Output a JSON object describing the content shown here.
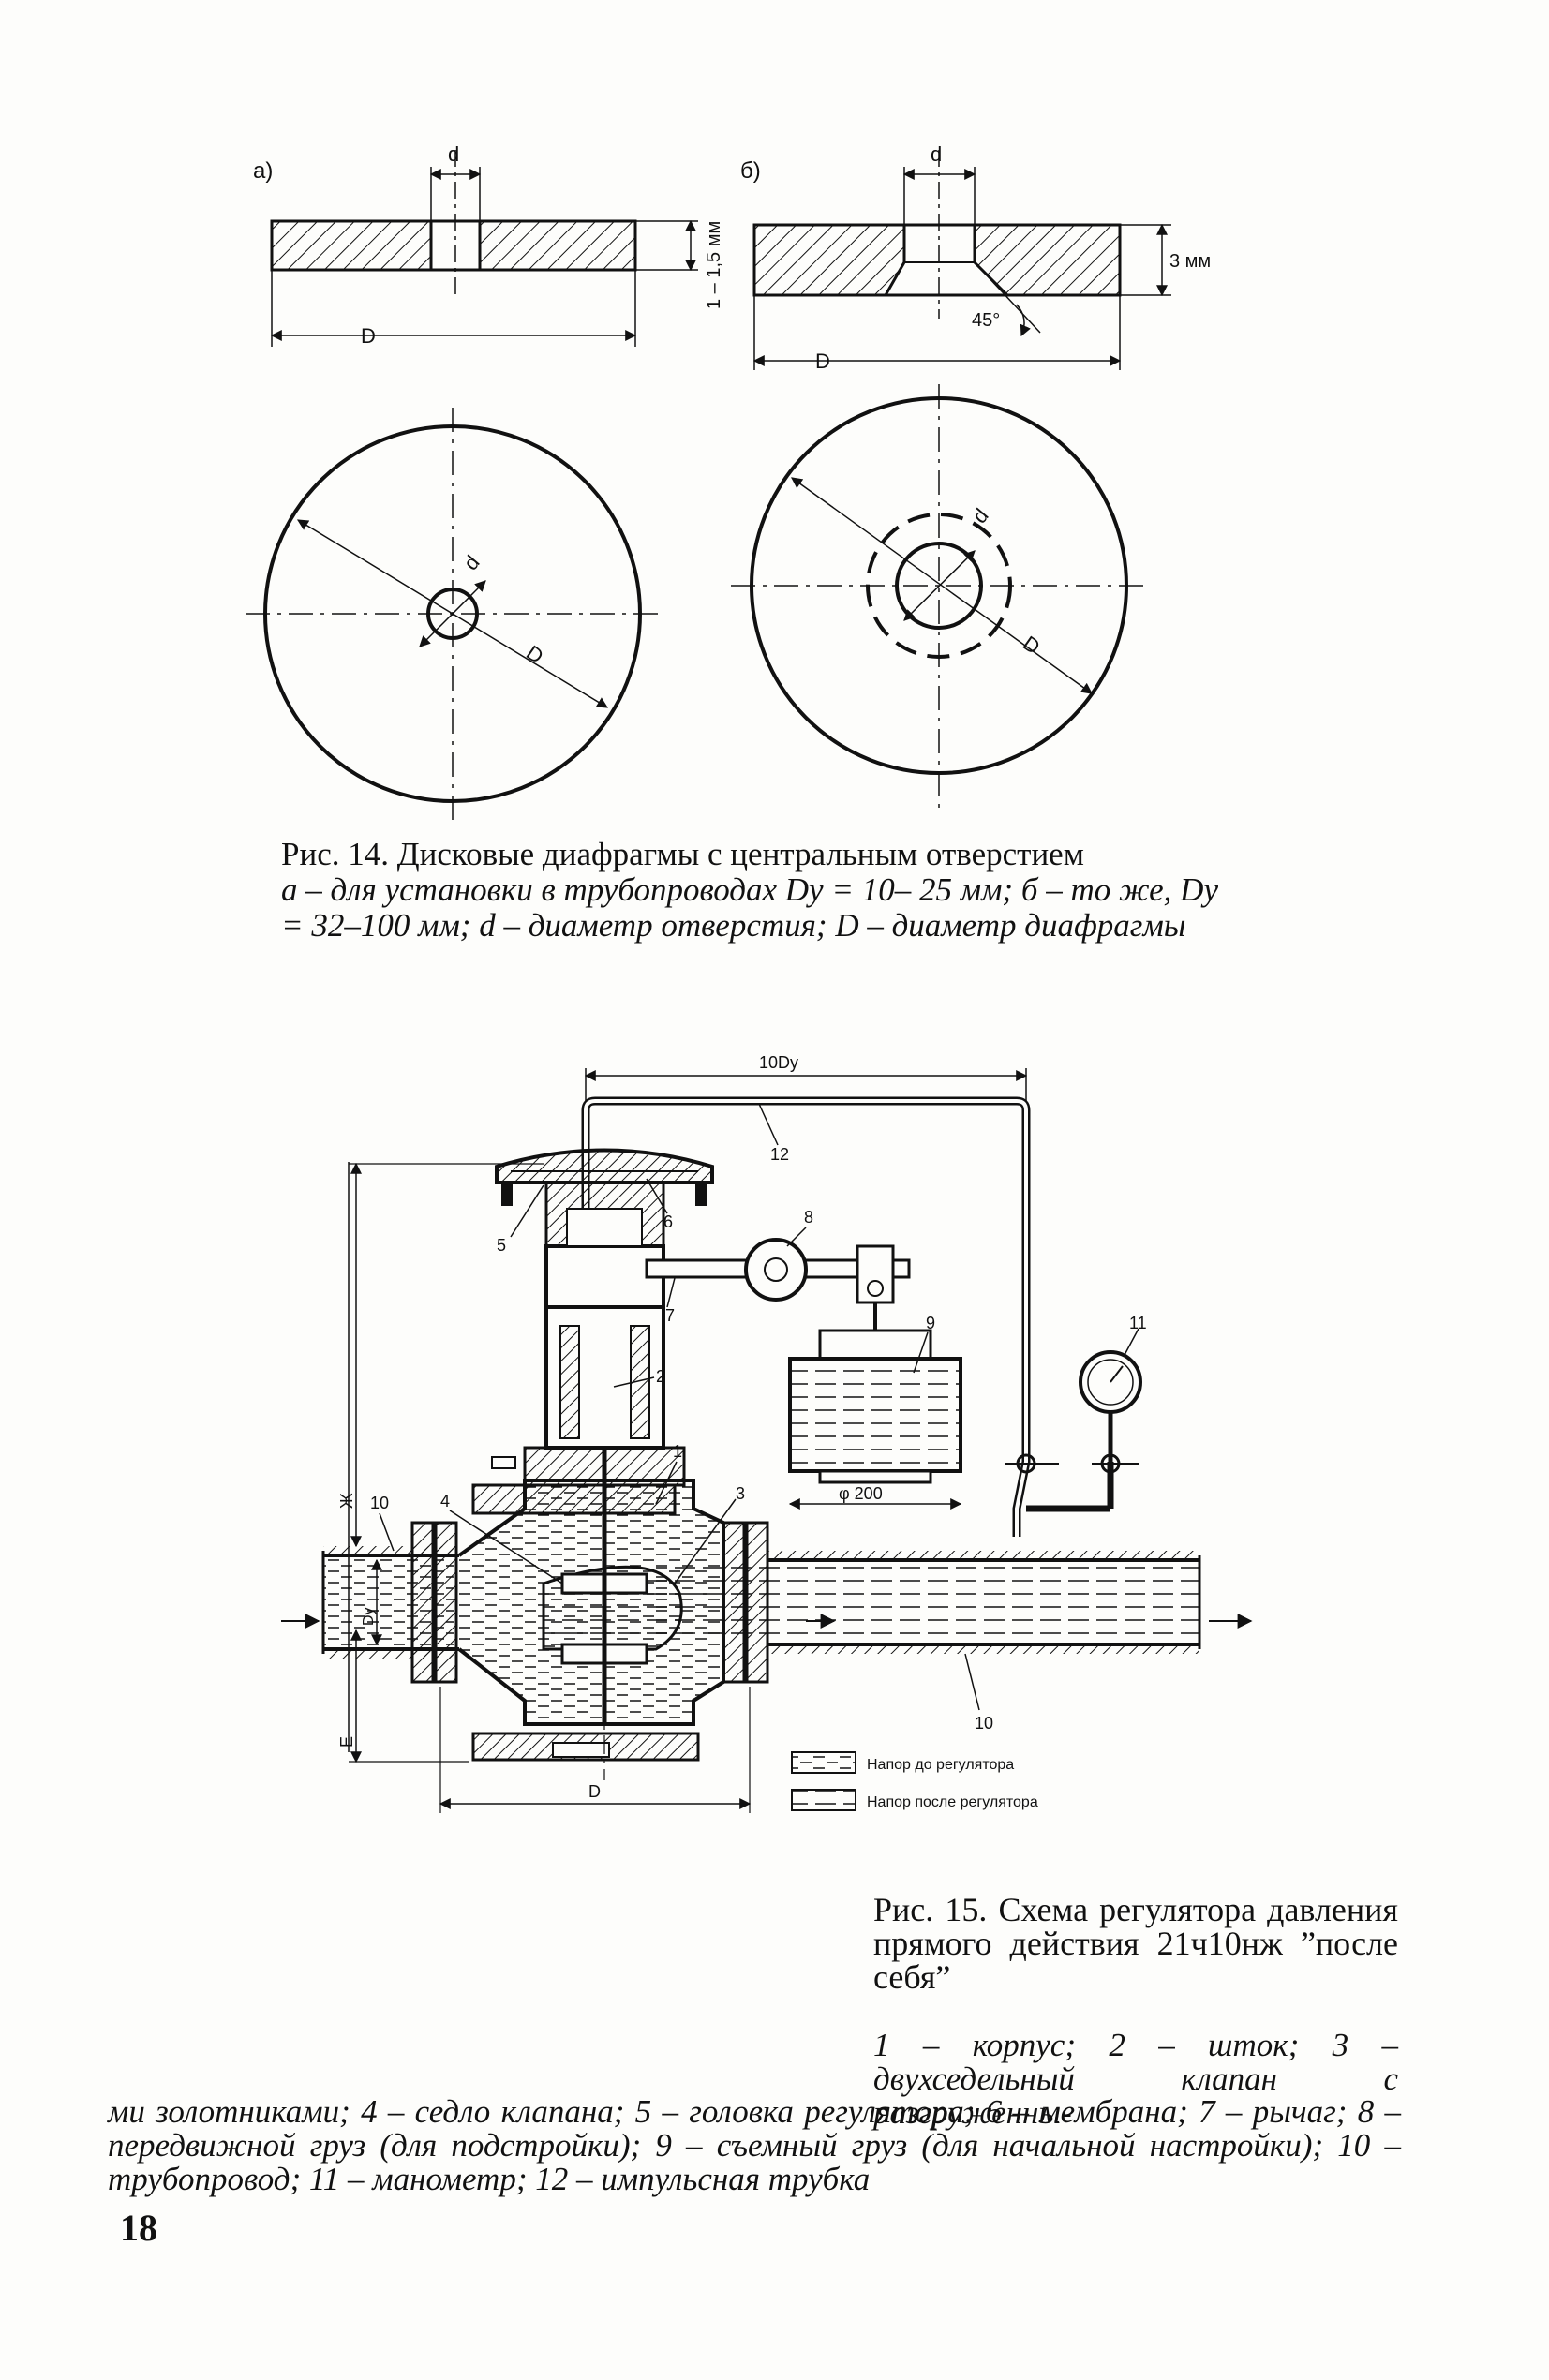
{
  "figure14": {
    "panel_a": "а)",
    "panel_b": "б)",
    "dim_d": "d",
    "dim_D": "D",
    "thickness_a": "1 – 1,5 мм",
    "thickness_b": "3 мм",
    "angle": "45°",
    "caption_title": "Рис. 14. Дисковые диафрагмы с центральным отверстием",
    "caption_body": "а – для установки в трубопроводах Dу = 10– 25 мм; б – то же, Dу = 32–100 мм; d – диаметр отверстия; D – диаметр диафрагмы"
  },
  "figure15": {
    "dim_top": "10Dу",
    "dim_dy": "Dу",
    "dim_D": "D",
    "dim_zh": "Ж",
    "dim_e": "Е",
    "weight_dia": "φ 200",
    "numbers": [
      "1",
      "2",
      "3",
      "4",
      "5",
      "6",
      "7",
      "8",
      "9",
      "10",
      "10",
      "11",
      "12"
    ],
    "legend_before": "Напор до регулятора",
    "legend_after": "Напор после регулятора",
    "caption_title": "Рис. 15. Схема регулятора давления прямого действия 21ч10нж ”после себя”",
    "caption_body_1": "1 – корпус; 2 – шток; 3 – двухседельный клапан с разгруженны-",
    "caption_body_2": "ми золотниками; 4 – седло клапана; 5 – головка регулятора; 6 – мембрана; 7 – рычаг; 8 – передвижной груз (для подстройки); 9 – съемный груз (для начальной настройки); 10 – трубопровод; 11 – манометр; 12 – импульсная трубка"
  },
  "page_number": "18"
}
